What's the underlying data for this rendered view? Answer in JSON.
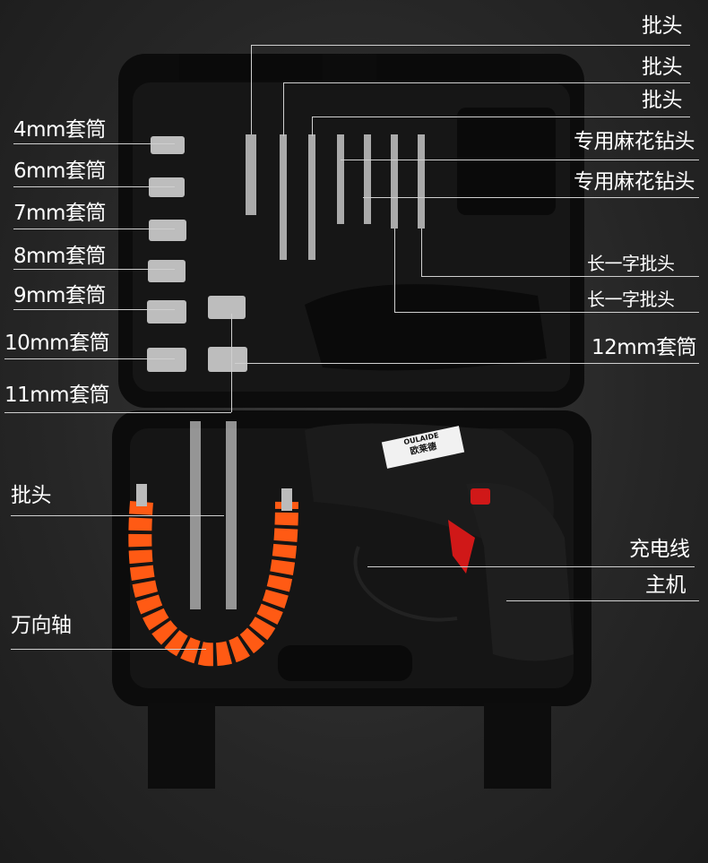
{
  "product": {
    "brand_en": "OULAIDE",
    "brand_cn": "欧莱德"
  },
  "labels_right": [
    {
      "text": "批头"
    },
    {
      "text": "批头"
    },
    {
      "text": "批头"
    },
    {
      "text": "专用麻花钻头"
    },
    {
      "text": "专用麻花钻头"
    },
    {
      "text": "长一字批头"
    },
    {
      "text": "长一字批头"
    },
    {
      "text": "12mm套筒"
    },
    {
      "text": "充电线"
    },
    {
      "text": "主机"
    }
  ],
  "labels_left": [
    {
      "text": "4mm套筒"
    },
    {
      "text": "6mm套筒"
    },
    {
      "text": "7mm套筒"
    },
    {
      "text": "8mm套筒"
    },
    {
      "text": "9mm套筒"
    },
    {
      "text": "10mm套筒"
    },
    {
      "text": "11mm套筒"
    },
    {
      "text": "批头"
    },
    {
      "text": "万向轴"
    }
  ],
  "colors": {
    "accent": "#ff5a14",
    "case": "#0e0e0e",
    "line": "#cfcfcf"
  }
}
